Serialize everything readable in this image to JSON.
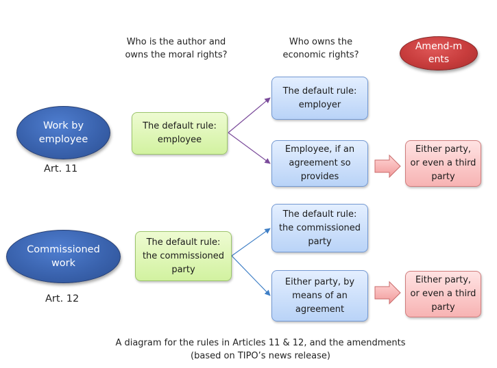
{
  "headers": {
    "author": "Who is the author and owns the moral rights?",
    "economic": "Who owns the economic rights?"
  },
  "amendments": "Amend-ments",
  "work_by_employee": {
    "label": "Work by employee",
    "article": "Art. 11",
    "author_box": "The default rule: employee",
    "economic_default": "The default rule: employer",
    "economic_alt": "Employee, if an agreement so provides",
    "amendment": "Either party, or even a third party"
  },
  "commissioned_work": {
    "label": "Commissioned work",
    "article": "Art. 12",
    "author_box": "The default rule: the commissioned party",
    "economic_default": "The default rule: the commissioned party",
    "economic_alt": "Either party, by means of an agreement",
    "amendment": "Either party, or even a third party"
  },
  "caption": {
    "line1": "A diagram for the rules in Articles 11 & 12, and the amendments",
    "line2": "(based on TIPO’s news release)"
  },
  "colors": {
    "ellipse_blue": "#3a63ae",
    "ellipse_red": "#c73c3c",
    "box_green": "#d2f2a0",
    "box_blue": "#b9d3f7",
    "box_pink": "#f7b3b3",
    "arrow_purple": "#7a4a9a",
    "arrow_blue": "#3f7fc6"
  }
}
